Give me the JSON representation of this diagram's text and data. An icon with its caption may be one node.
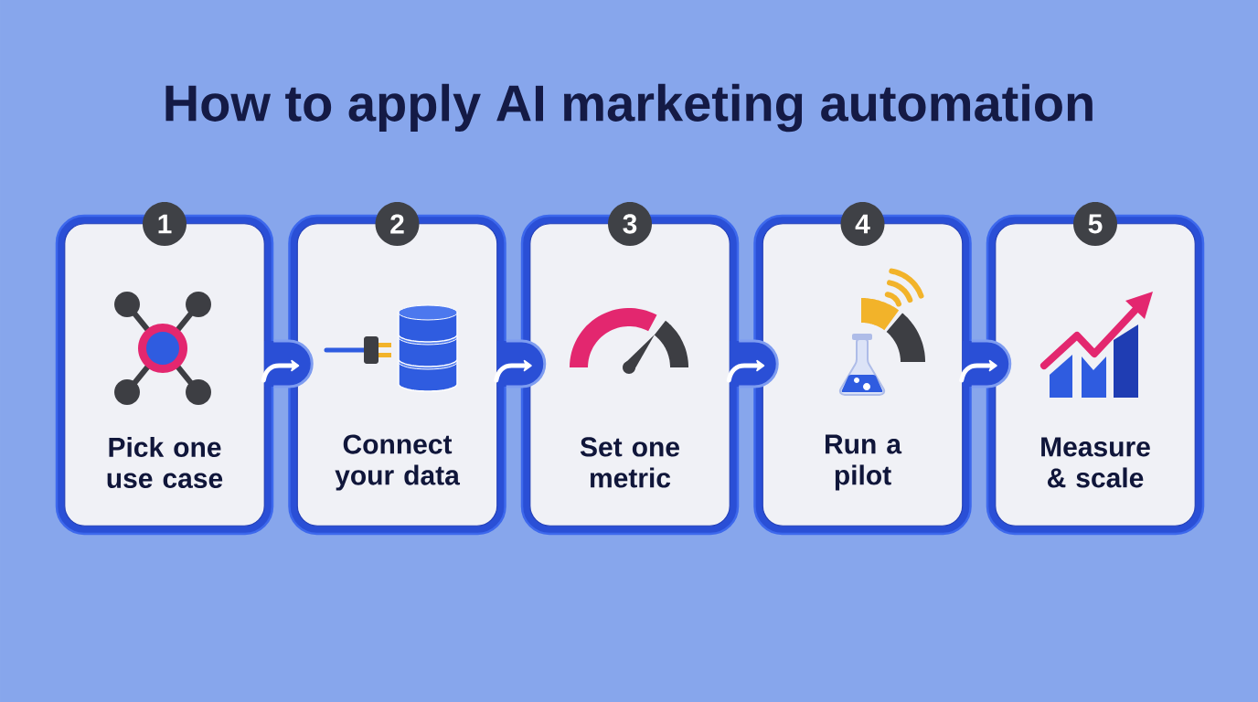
{
  "diagram": {
    "title": "How to apply AI marketing automation",
    "nodes": [
      {
        "text": [
          "1"
        ]
      },
      {
        "text": [
          "Pick one use case"
        ]
      },
      {
        "text": [
          "2"
        ]
      },
      {
        "text": [
          "Connect your data"
        ]
      },
      {
        "text": [
          "3"
        ]
      },
      {
        "text": [
          "Set one metric"
        ]
      },
      {
        "text": [
          "4"
        ]
      },
      {
        "text": [
          "Run a pilot"
        ]
      },
      {
        "text": [
          "5"
        ]
      },
      {
        "text": [
          "Measure & scale"
        ]
      }
    ],
    "edges": [
      {
        "from": 1,
        "to": 3,
        "arrow": "to"
      },
      {
        "from": 3,
        "to": 5,
        "arrow": "to"
      },
      {
        "from": 5,
        "to": 7,
        "arrow": "to"
      },
      {
        "from": 7,
        "to": 9,
        "arrow": "to"
      }
    ]
  }
}
